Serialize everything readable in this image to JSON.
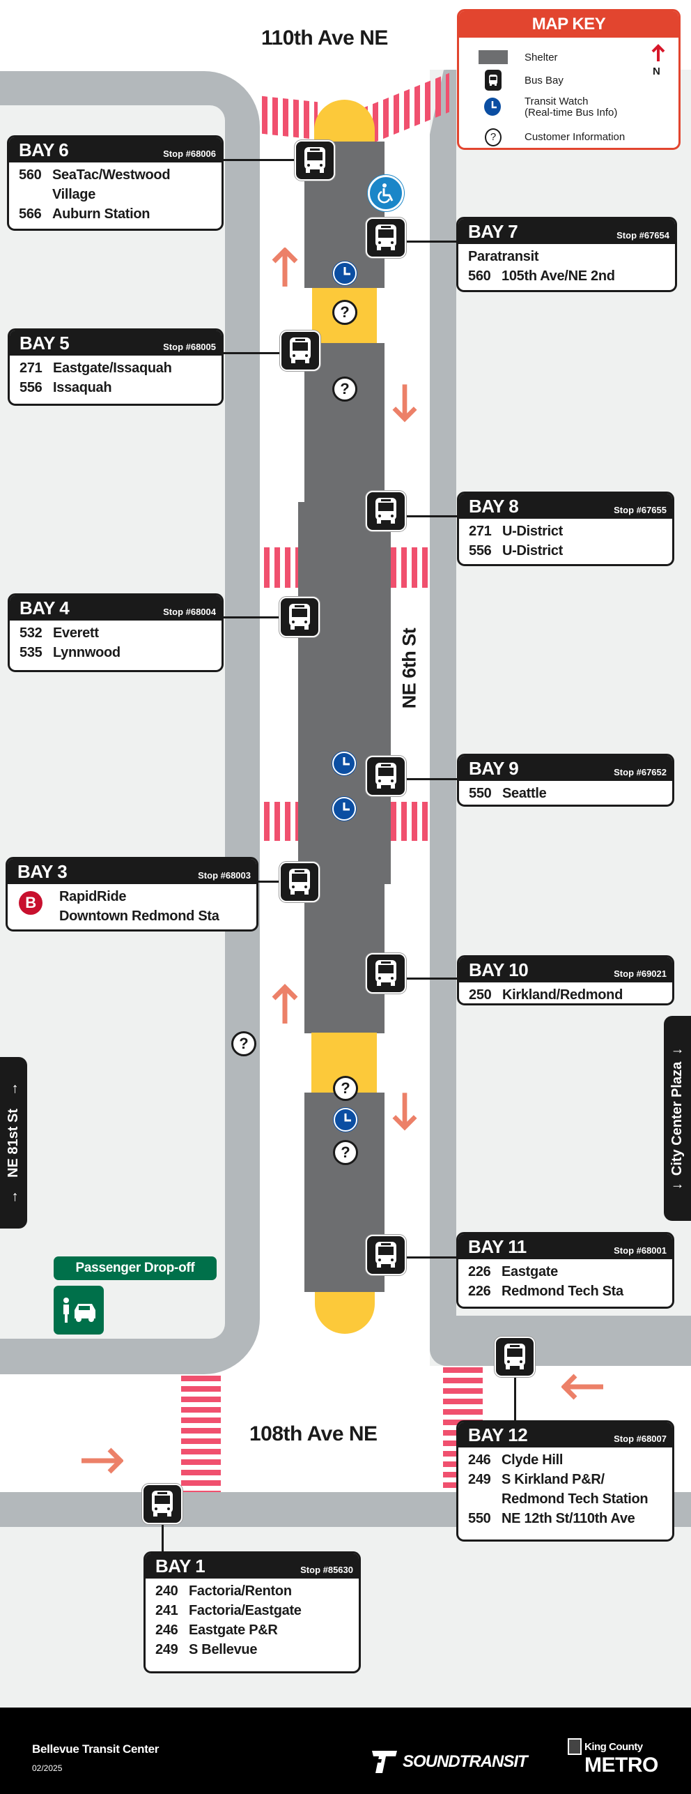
{
  "streets": {
    "north": "110th Ave NE",
    "south": "108th Ave NE",
    "center": "NE 6th St",
    "west_sign": "NE 81st St",
    "east_sign": "City Center Plaza"
  },
  "map_key": {
    "title": "MAP KEY",
    "north_label": "N",
    "items": [
      {
        "icon": "shelter-swatch",
        "label": "Shelter"
      },
      {
        "icon": "bus-icon",
        "label": "Bus Bay"
      },
      {
        "icon": "clock-icon",
        "label": "Transit Watch\n(Real-time Bus Info)"
      },
      {
        "icon": "question-icon",
        "label": "Customer Information"
      }
    ]
  },
  "bays": [
    {
      "id": "1",
      "title": "BAY 1",
      "stop": "Stop #85630",
      "routes": [
        {
          "num": "240",
          "dest": "Factoria/Renton"
        },
        {
          "num": "241",
          "dest": "Factoria/Eastgate"
        },
        {
          "num": "246",
          "dest": "Eastgate P&R"
        },
        {
          "num": "249",
          "dest": "S Bellevue"
        }
      ]
    },
    {
      "id": "3",
      "title": "BAY 3",
      "stop": "Stop #68003",
      "routes": [
        {
          "badge": "B",
          "dest": "RapidRide\nDowntown Redmond Sta"
        }
      ]
    },
    {
      "id": "4",
      "title": "BAY 4",
      "stop": "Stop #68004",
      "routes": [
        {
          "num": "532",
          "dest": "Everett"
        },
        {
          "num": "535",
          "dest": "Lynnwood"
        }
      ]
    },
    {
      "id": "5",
      "title": "BAY 5",
      "stop": "Stop #68005",
      "routes": [
        {
          "num": "271",
          "dest": "Eastgate/Issaquah"
        },
        {
          "num": "556",
          "dest": "Issaquah"
        }
      ]
    },
    {
      "id": "6",
      "title": "BAY 6",
      "stop": "Stop #68006",
      "routes": [
        {
          "num": "560",
          "dest": "SeaTac/Westwood\nVillage"
        },
        {
          "num": "566",
          "dest": "Auburn Station"
        }
      ]
    },
    {
      "id": "7",
      "title": "BAY 7",
      "stop": "Stop #67654",
      "routes": [
        {
          "num": "",
          "dest": "Paratransit"
        },
        {
          "num": "560",
          "dest": "105th Ave/NE 2nd"
        }
      ]
    },
    {
      "id": "8",
      "title": "BAY 8",
      "stop": "Stop #67655",
      "routes": [
        {
          "num": "271",
          "dest": "U-District"
        },
        {
          "num": "556",
          "dest": "U-District"
        }
      ]
    },
    {
      "id": "9",
      "title": "BAY 9",
      "stop": "Stop #67652",
      "routes": [
        {
          "num": "550",
          "dest": "Seattle"
        }
      ]
    },
    {
      "id": "10",
      "title": "BAY 10",
      "stop": "Stop #69021",
      "routes": [
        {
          "num": "250",
          "dest": "Kirkland/Redmond"
        }
      ]
    },
    {
      "id": "11",
      "title": "BAY 11",
      "stop": "Stop #68001",
      "routes": [
        {
          "num": "226",
          "dest": "Eastgate"
        },
        {
          "num": "226",
          "dest": "Redmond Tech Sta"
        }
      ]
    },
    {
      "id": "12",
      "title": "BAY 12",
      "stop": "Stop #68007",
      "routes": [
        {
          "num": "246",
          "dest": "Clyde Hill"
        },
        {
          "num": "249",
          "dest": "S Kirkland P&R/\nRedmond Tech Station"
        },
        {
          "num": "550",
          "dest": "NE 12th St/110th Ave"
        }
      ]
    }
  ],
  "drop_off": {
    "label": "Passenger Drop-off"
  },
  "footer": {
    "title": "Bellevue Transit Center",
    "date": "02/2025",
    "logo_sound_transit": "SOUNDTRANSIT",
    "logo_metro_top": "King County",
    "logo_metro_bottom": "METRO"
  },
  "colors": {
    "road": "#b3b8bb",
    "shelter": "#6d6e70",
    "platform": "#fcc93a",
    "crosswalk": "#f0506e",
    "key_red": "#e2452f",
    "transit_watch": "#0b4ea2",
    "rapidride": "#c8102e",
    "drop_off_green": "#00704a"
  }
}
